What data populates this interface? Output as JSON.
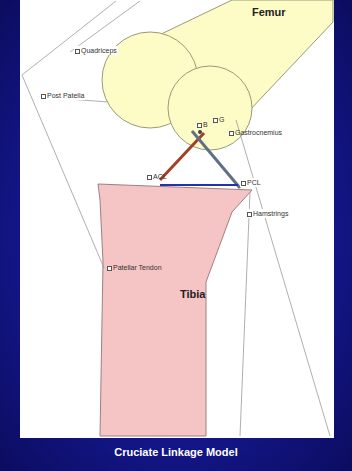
{
  "diagram": {
    "caption": "Cruciate Linkage Model",
    "nodes": [
      {
        "text": [
          "Femur"
        ]
      },
      {
        "text": [
          "Tibia"
        ]
      }
    ],
    "labels": [
      "Quadriceps",
      "Post Patella",
      "G",
      "B",
      "Gastrocnemius",
      "ACL",
      "PCL",
      "Hamstrings",
      "Patellar Tendon"
    ]
  }
}
